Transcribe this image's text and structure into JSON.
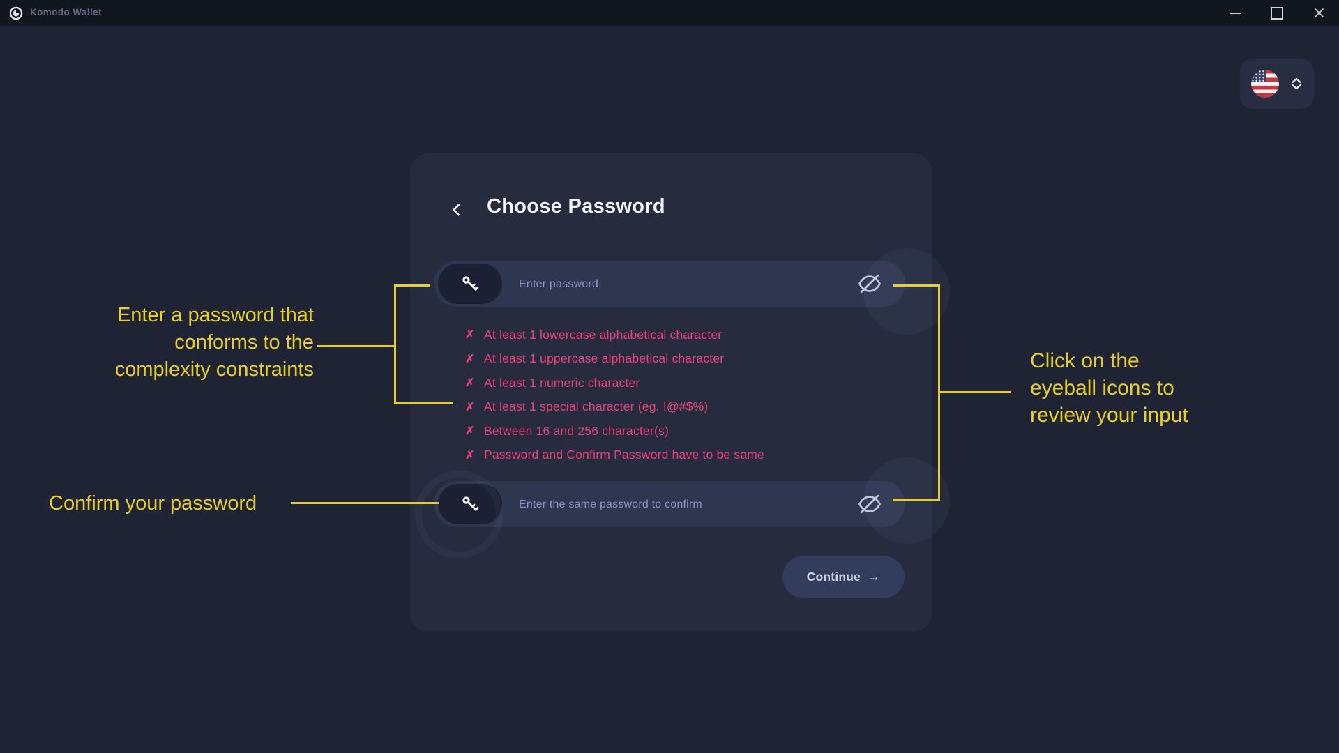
{
  "titlebar": {
    "app_title": "Komodo Wallet"
  },
  "dialog": {
    "title": "Choose Password",
    "password_input": {
      "placeholder": "Enter password",
      "value": ""
    },
    "confirm_input": {
      "placeholder": "Enter the same password to confirm",
      "value": ""
    },
    "cross_glyph": "✗",
    "requirements": [
      "At least 1 lowercase alphabetical character",
      "At least 1 uppercase alphabetical character",
      "At least 1 numeric character",
      "At least 1 special character (eg. !@#$%)",
      "Between 16 and 256 character(s)",
      "Password and Confirm Password have to be same"
    ],
    "continue_label": "Continue",
    "continue_arrow": "→"
  },
  "annotations": {
    "password_note": {
      "line1": "Enter a password that",
      "line2": "conforms to the",
      "line3": "complexity constraints"
    },
    "confirm_note": "Confirm your password",
    "eyeball_note": {
      "line1": "Click on the",
      "line2": "eyeball icons to",
      "line3": "review your input"
    }
  },
  "colors": {
    "accent_yellow": "#e9ce2a",
    "error_pink": "#ee3d7b",
    "page_bg": "#1e2434",
    "titlebar_bg": "#12161f",
    "card_bg": "#262c3e",
    "input_bg": "#2f3650"
  }
}
